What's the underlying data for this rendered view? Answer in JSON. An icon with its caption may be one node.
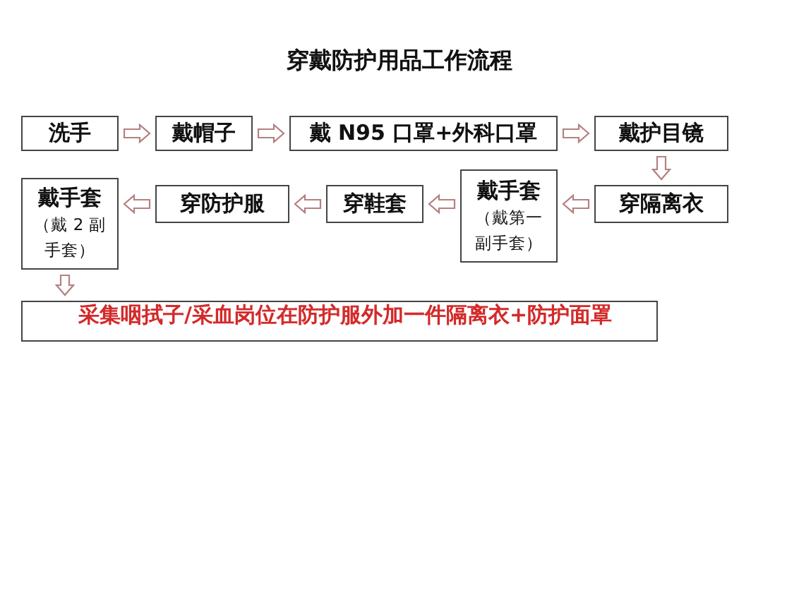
{
  "diagram": {
    "title": "穿戴防护用品工作流程",
    "nodes": [
      {
        "text": [
          "洗手"
        ]
      },
      {
        "text": [
          "戴帽子"
        ]
      },
      {
        "text": [
          "戴 N95 口罩+外科口罩"
        ]
      },
      {
        "text": [
          "戴护目镜"
        ]
      },
      {
        "text": [
          "穿隔离衣"
        ]
      },
      {
        "text": [
          "戴手套",
          "（戴第一副手套）"
        ]
      },
      {
        "text": [
          "穿鞋套"
        ]
      },
      {
        "text": [
          "穿防护服"
        ]
      },
      {
        "text": [
          "戴手套",
          "（戴 2 副手套）"
        ]
      },
      {
        "text": [
          "采集咽拭子/采血岗位在防护服外加一件隔离衣+防护面罩"
        ]
      }
    ],
    "edges": [
      {
        "from": 0,
        "to": 1,
        "arrow": "to"
      },
      {
        "from": 1,
        "to": 2,
        "arrow": "to"
      },
      {
        "from": 2,
        "to": 3,
        "arrow": "to"
      },
      {
        "from": 3,
        "to": 4,
        "arrow": "to"
      },
      {
        "from": 4,
        "to": 5,
        "arrow": "to"
      },
      {
        "from": 5,
        "to": 6,
        "arrow": "to"
      },
      {
        "from": 6,
        "to": 7,
        "arrow": "to"
      },
      {
        "from": 7,
        "to": 8,
        "arrow": "to"
      },
      {
        "from": 8,
        "to": 9,
        "arrow": "to"
      }
    ]
  }
}
